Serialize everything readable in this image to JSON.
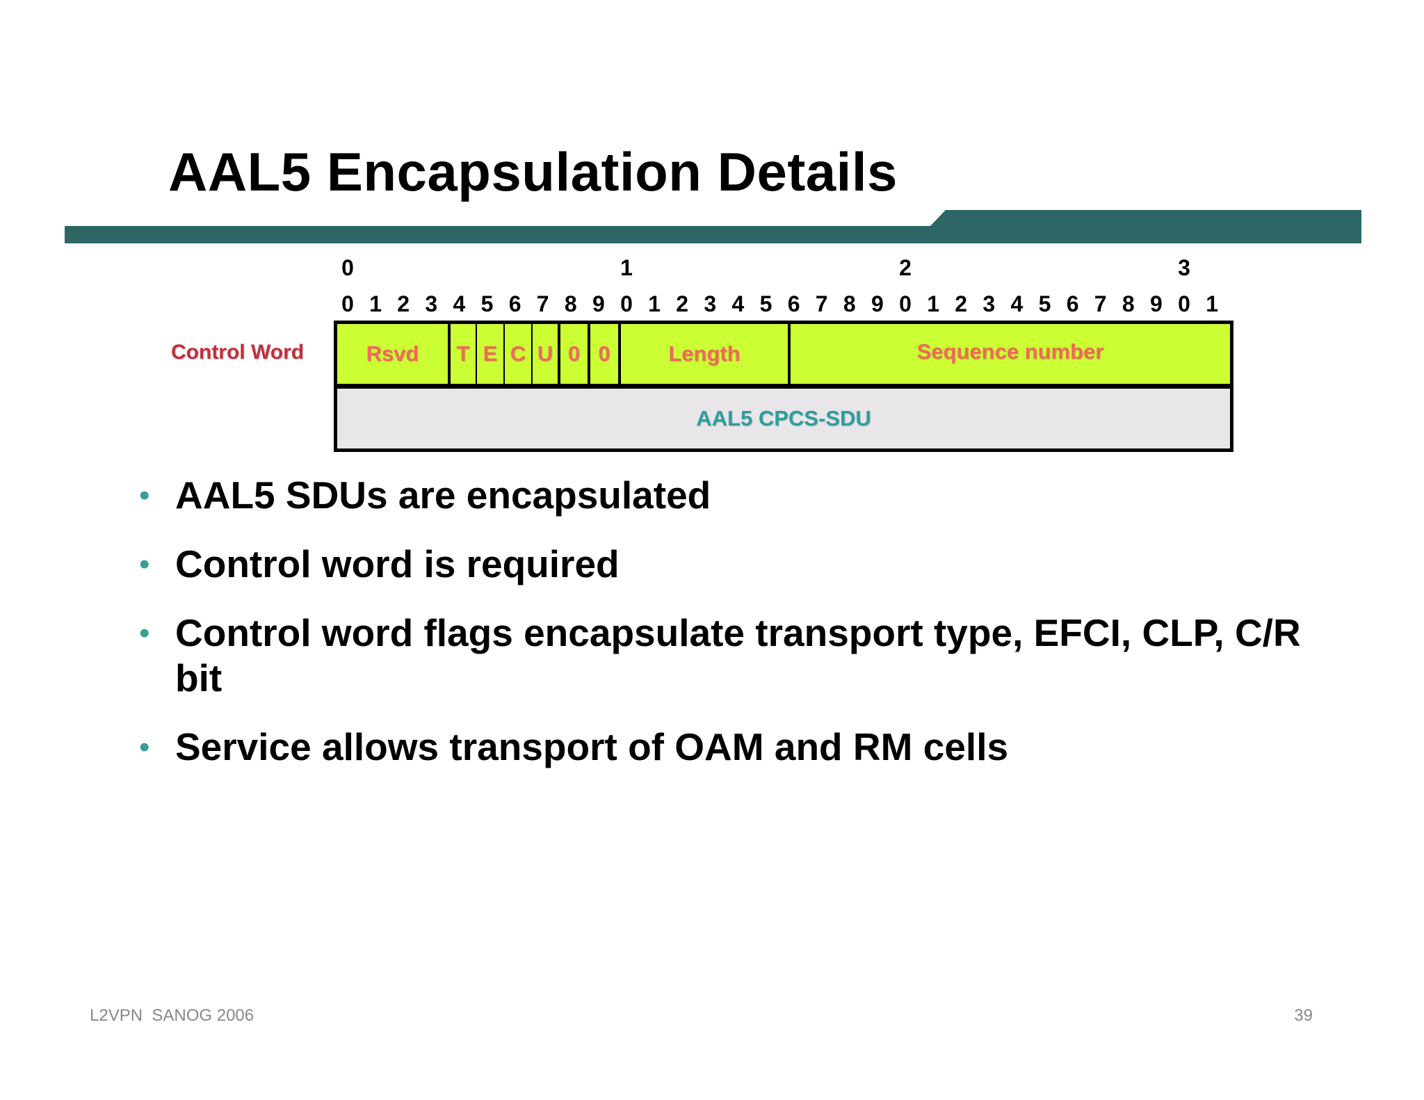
{
  "slide": {
    "title": "AAL5 Encapsulation Details",
    "accent_color": "#2e6666"
  },
  "bit_ruler": {
    "tens": [
      "0",
      "1",
      "2",
      "3"
    ],
    "units": [
      "0",
      "1",
      "2",
      "3",
      "4",
      "5",
      "6",
      "7",
      "8",
      "9",
      "0",
      "1",
      "2",
      "3",
      "4",
      "5",
      "6",
      "7",
      "8",
      "9",
      "0",
      "1",
      "2",
      "3",
      "4",
      "5",
      "6",
      "7",
      "8",
      "9",
      "0",
      "1"
    ]
  },
  "diagram": {
    "row_label": "Control Word",
    "fields": {
      "rsvd": "Rsvd",
      "t": "T",
      "e": "E",
      "c": "C",
      "u": "U",
      "zero1": "0",
      "zero2": "0",
      "length": "Length",
      "sequence": "Sequence number"
    },
    "payload": "AAL5 CPCS-SDU",
    "colors": {
      "control_word_fill": "#ccff33",
      "payload_fill": "#e8e6e8",
      "field_text": "#f06a5a",
      "payload_text": "#2e9e9e",
      "row_label_text": "#c0303c"
    }
  },
  "bullets": [
    "AAL5 SDUs are encapsulated",
    "Control word is required",
    "Control word flags encapsulate transport type, EFCI, CLP, C/R bit",
    "Service allows transport of OAM and RM cells"
  ],
  "bullet_symbol": "•",
  "footer": {
    "left": "L2VPN  SANOG 2006",
    "page_number": "39"
  }
}
